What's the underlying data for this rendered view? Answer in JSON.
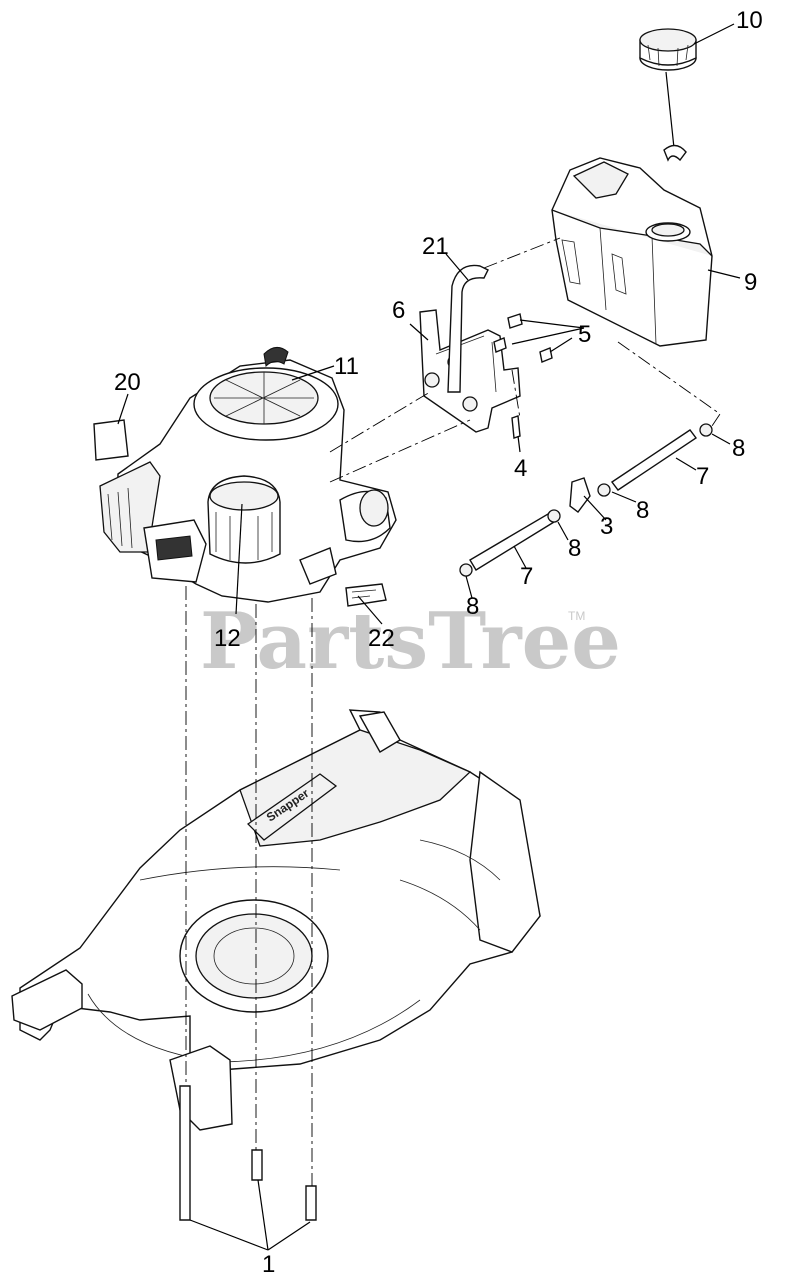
{
  "watermark": {
    "text": "PartsTree",
    "trademark": "TM"
  },
  "callouts": [
    {
      "id": "c1",
      "label": "1"
    },
    {
      "id": "c3",
      "label": "3"
    },
    {
      "id": "c4",
      "label": "4"
    },
    {
      "id": "c5",
      "label": "5"
    },
    {
      "id": "c6",
      "label": "6"
    },
    {
      "id": "c7a",
      "label": "7"
    },
    {
      "id": "c7b",
      "label": "7"
    },
    {
      "id": "c8a",
      "label": "8"
    },
    {
      "id": "c8b",
      "label": "8"
    },
    {
      "id": "c8c",
      "label": "8"
    },
    {
      "id": "c8d",
      "label": "8"
    },
    {
      "id": "c9",
      "label": "9"
    },
    {
      "id": "c10",
      "label": "10"
    },
    {
      "id": "c11",
      "label": "11"
    },
    {
      "id": "c12",
      "label": "12"
    },
    {
      "id": "c20",
      "label": "20"
    },
    {
      "id": "c21",
      "label": "21"
    },
    {
      "id": "c22",
      "label": "22"
    }
  ],
  "brand_on_deck": "Snapper"
}
